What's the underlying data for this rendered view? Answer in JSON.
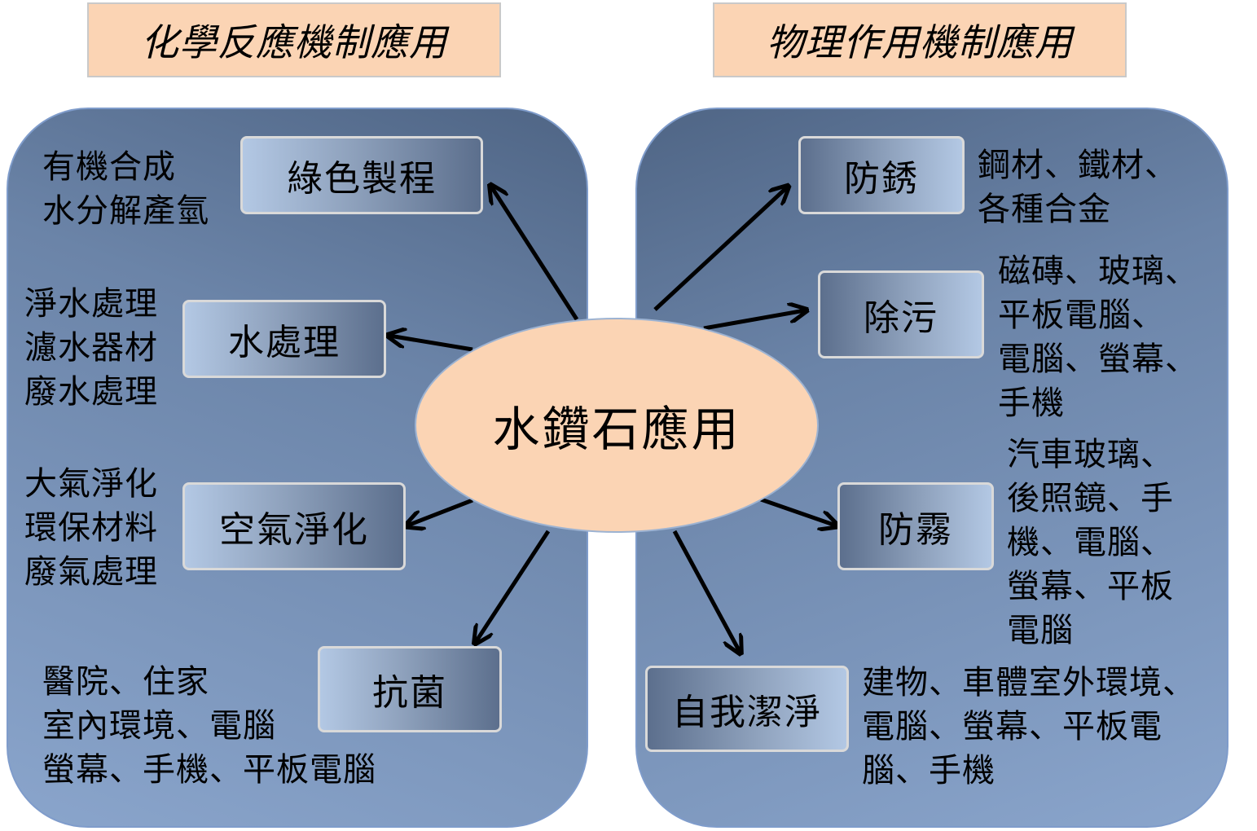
{
  "headers": {
    "chemical": "化學反應機制應用",
    "physical": "物理作用機制應用"
  },
  "center": "水鑽石應用",
  "chemical_nodes": [
    {
      "label": "綠色製程",
      "desc": "有機合成\n水分解產氫"
    },
    {
      "label": "水處理",
      "desc": "淨水處理\n濾水器材\n廢水處理"
    },
    {
      "label": "空氣淨化",
      "desc": "大氣淨化\n環保材料\n廢氣處理"
    },
    {
      "label": "抗菌",
      "desc": "醫院、住家\n室內環境、電腦\n螢幕、手機、平板電腦"
    }
  ],
  "physical_nodes": [
    {
      "label": "防銹",
      "desc": "鋼材、鐵材、\n各種合金"
    },
    {
      "label": "除污",
      "desc": "磁磚、玻璃、\n平板電腦、\n電腦、螢幕、\n手機"
    },
    {
      "label": "防霧",
      "desc": "汽車玻璃、\n後照鏡、手\n機、電腦、\n螢幕、平板\n電腦"
    },
    {
      "label": "自我潔淨",
      "desc": "建物、車體室外環境、\n電腦、螢幕、平板電\n腦、手機"
    }
  ]
}
